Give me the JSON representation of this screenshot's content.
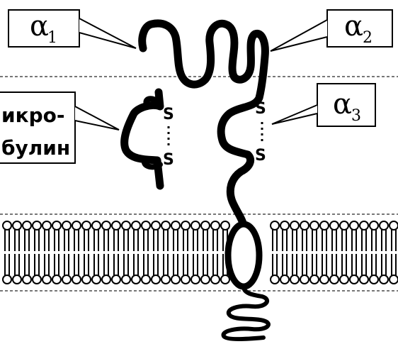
{
  "callouts": {
    "alpha1": {
      "main": "α",
      "sub": "1"
    },
    "alpha2": {
      "main": "α",
      "sub": "2"
    },
    "alpha3": {
      "main": "α",
      "sub": "3"
    }
  },
  "microglobulin_label": {
    "line1": "икро-",
    "line2": "булин"
  },
  "disulfide": {
    "s_letter": "S"
  },
  "colors": {
    "stroke": "#000000",
    "background": "#ffffff"
  }
}
